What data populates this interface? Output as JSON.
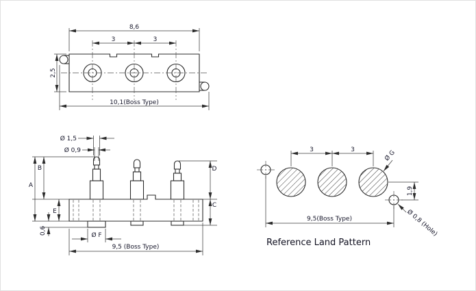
{
  "drawing": {
    "top_view": {
      "width": "8,6",
      "pitch_left": "3",
      "pitch_right": "3",
      "height": "2,5",
      "overall": "10,1(Boss Type)"
    },
    "front_view": {
      "tip_dia": "Ø 1,5",
      "neck_dia": "Ø 0,9",
      "dim_b": "B",
      "dim_a": "A",
      "dim_e": "E",
      "pad_height": "0,6",
      "pad_dia": "Ø F",
      "overall": "9,5 (Boss Type)",
      "dim_c": "C",
      "dim_d": "D"
    },
    "land_pattern": {
      "pitch_left": "3",
      "pitch_right": "3",
      "pad_dia": "Ø G",
      "offset": "1,9",
      "hole_dia": "Ø 0,8 (Hole)",
      "overall": "9,5(Boss Type)",
      "caption": "Reference Land Pattern"
    }
  }
}
